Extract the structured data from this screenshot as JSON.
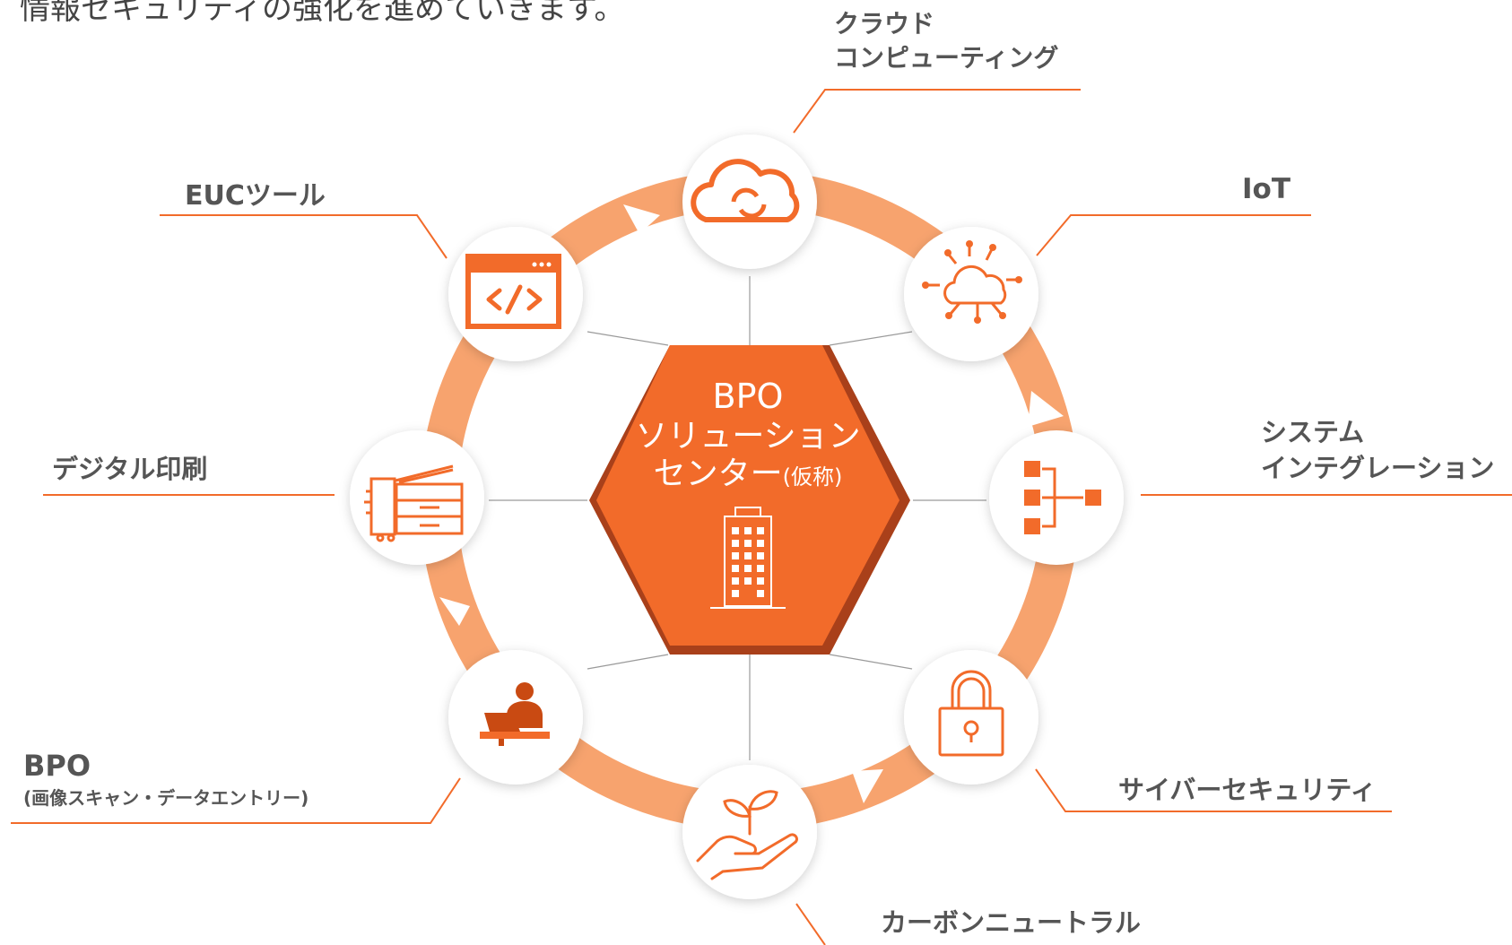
{
  "intro_text": "情報セキュリティの強化を進めていきます。",
  "center": {
    "line1": "BPO",
    "line2": "ソリューション",
    "line3": "センター",
    "line3_small": "(仮称)",
    "icon": "office-building-icon"
  },
  "nodes": [
    {
      "id": "cloud",
      "label_lines": [
        "クラウド",
        "コンピューティング"
      ],
      "icon": "cloud-sync-icon"
    },
    {
      "id": "iot",
      "label_lines": [
        "IoT"
      ],
      "icon": "cloud-network-icon"
    },
    {
      "id": "system-integration",
      "label_lines": [
        "システム",
        "インテグレーション"
      ],
      "icon": "hierarchy-icon"
    },
    {
      "id": "cyber-security",
      "label_lines": [
        "サイバーセキュリティ"
      ],
      "icon": "padlock-icon"
    },
    {
      "id": "carbon-neutral",
      "label_lines": [
        "カーボンニュートラル"
      ],
      "icon": "hand-plant-icon"
    },
    {
      "id": "bpo",
      "label_lines": [
        "BPO"
      ],
      "sub_label": "(画像スキャン・データエントリー)",
      "icon": "office-worker-icon"
    },
    {
      "id": "digital-printing",
      "label_lines": [
        "デジタル印刷"
      ],
      "icon": "printer-icon"
    },
    {
      "id": "euc-tools",
      "label_lines": [
        "EUCツール"
      ],
      "icon": "code-window-icon"
    }
  ],
  "colors": {
    "accent": "#F26B2A",
    "hexagon": "#F26B2A",
    "hexagon_edge": "#A9401A",
    "ring": "#F7A36E",
    "text": "#555555",
    "circle_fill": "#ffffff"
  }
}
